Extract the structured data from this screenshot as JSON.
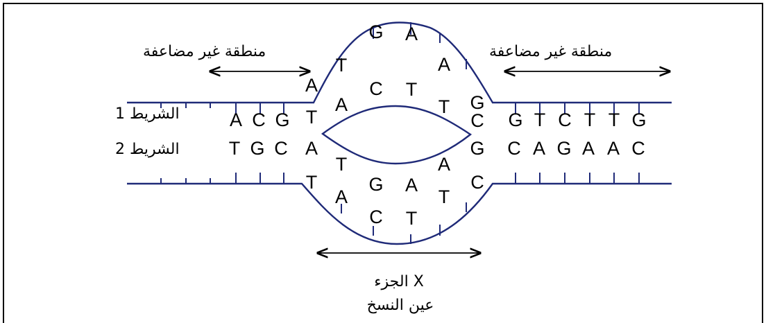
{
  "labels": {
    "non_replicated_left": "منطقة غير مضاعفة",
    "non_replicated_right": "منطقة غير مضاعفة",
    "strand1": "الشريط 1",
    "strand2": "الشريط 2",
    "part": "الجزء X",
    "origin": "عين النسخ"
  },
  "strand1_left_bases": [
    "A",
    "C",
    "G"
  ],
  "strand2_left_bases": [
    "T",
    "G",
    "C"
  ],
  "strand1_right_bases": [
    "G",
    "T",
    "C",
    "T",
    "T",
    "G"
  ],
  "strand2_right_bases": [
    "C",
    "A",
    "G",
    "A",
    "A",
    "C"
  ],
  "bubble_top_outer": [
    "A",
    "T",
    "G",
    "A",
    "A",
    "G"
  ],
  "bubble_top_inner": [
    "T",
    "A",
    "C",
    "T",
    "T",
    "C"
  ],
  "bubble_bottom_inner": [
    "A",
    "T",
    "G",
    "A",
    "A",
    "G"
  ],
  "bubble_bottom_outer": [
    "T",
    "A",
    "C",
    "T",
    "T",
    "C"
  ],
  "colors": {
    "strand": "#1f2a78",
    "text": "#000000",
    "frame": "#000000"
  }
}
